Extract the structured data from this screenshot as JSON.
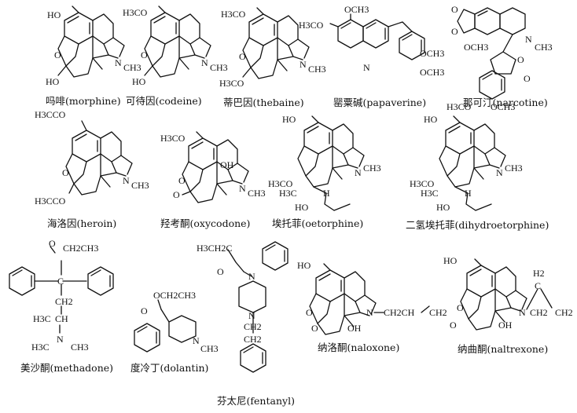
{
  "compounds": [
    {
      "id": "morphine",
      "name_zh": "吗啡",
      "name_en": "morphine",
      "labels": [
        "HO",
        "HO",
        "N",
        "CH3",
        "O"
      ]
    },
    {
      "id": "codeine",
      "name_zh": "可待因",
      "name_en": "codeine",
      "labels": [
        "H3CO",
        "HO",
        "N",
        "CH3",
        "O"
      ]
    },
    {
      "id": "thebaine",
      "name_zh": "蒂巴因",
      "name_en": "thebaine",
      "labels": [
        "H3CO",
        "H3CO",
        "N",
        "CH3",
        "O"
      ]
    },
    {
      "id": "papaverine",
      "name_zh": "罂粟碱",
      "name_en": "papaverine",
      "labels": [
        "H3CO",
        "OCH3",
        "OCH3",
        "OCH3",
        "N"
      ]
    },
    {
      "id": "narcotine",
      "name_zh": "那可汀",
      "name_en": "narcotine",
      "labels": [
        "O",
        "O",
        "OCH3",
        "N",
        "CH3",
        "O",
        "O",
        "H3CO",
        "OCH3"
      ]
    },
    {
      "id": "heroin",
      "name_zh": "海洛因",
      "name_en": "heroin",
      "labels": [
        "H3CCO",
        "H3CCO",
        "N",
        "CH3",
        "O"
      ]
    },
    {
      "id": "oxycodone",
      "name_zh": "羟考酮",
      "name_en": "oxycodone",
      "labels": [
        "H3CO",
        "OH",
        "N",
        "CH3",
        "O",
        "O"
      ]
    },
    {
      "id": "oetorphine",
      "name_zh": "埃托菲",
      "name_en": "oetorphine",
      "labels": [
        "HO",
        "N",
        "CH3",
        "H3CO",
        "H3C",
        "H",
        "HO"
      ]
    },
    {
      "id": "dihydroetorphine",
      "name_zh": "二氢埃托菲",
      "name_en": "dihydroetorphine",
      "labels": [
        "HO",
        "N",
        "CH3",
        "H3CO",
        "H3C",
        "H",
        "HO"
      ]
    },
    {
      "id": "methadone",
      "name_zh": "美沙酮",
      "name_en": "methadone",
      "labels": [
        "O",
        "CH2CH3",
        "C",
        "CH2",
        "CH",
        "H3C",
        "N",
        "H3C",
        "CH3"
      ]
    },
    {
      "id": "dolantin",
      "name_zh": "度冷丁",
      "name_en": "dolantin",
      "labels": [
        "OCH2CH3",
        "O",
        "N",
        "CH3"
      ]
    },
    {
      "id": "fentanyl",
      "name_zh": "芬太尼",
      "name_en": "fentanyl",
      "labels": [
        "H3CH2C",
        "O",
        "N",
        "N",
        "CH2",
        "CH2"
      ]
    },
    {
      "id": "naloxone",
      "name_zh": "纳洛酮",
      "name_en": "naloxone",
      "labels": [
        "HO",
        "N",
        "CH2CH",
        "CH2",
        "O",
        "OH",
        "O"
      ]
    },
    {
      "id": "naltrexone",
      "name_zh": "纳曲酮",
      "name_en": "naltrexone",
      "labels": [
        "HO",
        "H2",
        "C",
        "N",
        "CH2",
        "CH2",
        "O",
        "OH",
        "O"
      ]
    }
  ]
}
